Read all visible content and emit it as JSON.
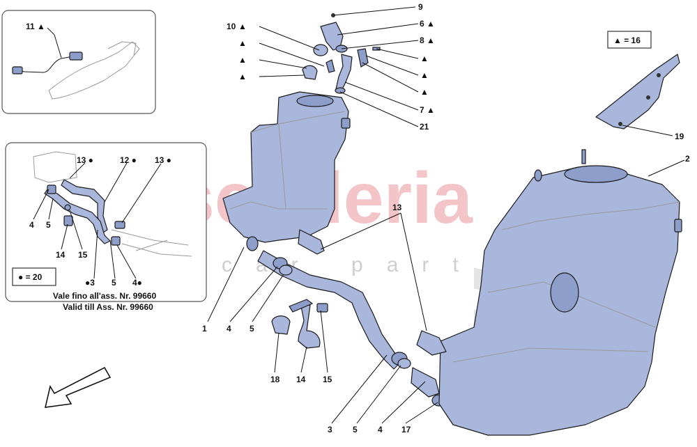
{
  "symbols": {
    "triangle": "▲",
    "dot": "●"
  },
  "legend": {
    "triangle_qty": "▲ = 16",
    "dot_qty": "● = 20"
  },
  "validity": {
    "line1": "Vale fino all'ass. Nr. 99660",
    "line2": "Valid till Ass. Nr. 99660"
  },
  "watermark": {
    "main": "scuderia",
    "sub": "car parts"
  },
  "colors": {
    "part_fill": "#a9b7dd",
    "watermark": "#f3c4c8"
  },
  "callouts": {
    "c11": "11 ▲",
    "c13a": "13 ●",
    "c12": "12 ●",
    "c13b": "13 ●",
    "c4a": "4",
    "c5a": "5",
    "c14a": "14",
    "c15a": "15",
    "c3a": "●3",
    "c5b": "5",
    "c4b": "4●",
    "c10": "10",
    "c9": "9",
    "c6": "6 ▲",
    "c8": "8 ▲",
    "c7": "7 ▲",
    "c21": "21",
    "c19": "19",
    "c2": "2",
    "c13c": "13",
    "c1": "1",
    "c4c": "4",
    "c5c": "5",
    "c18": "18",
    "c14b": "14",
    "c15b": "15",
    "c3b": "3",
    "c5d": "5",
    "c4d": "4",
    "c17": "17",
    "t1": "▲",
    "t2": "▲",
    "t3": "▲",
    "t4": "▲",
    "t5": "▲",
    "t6": "▲",
    "t10": "▲"
  }
}
